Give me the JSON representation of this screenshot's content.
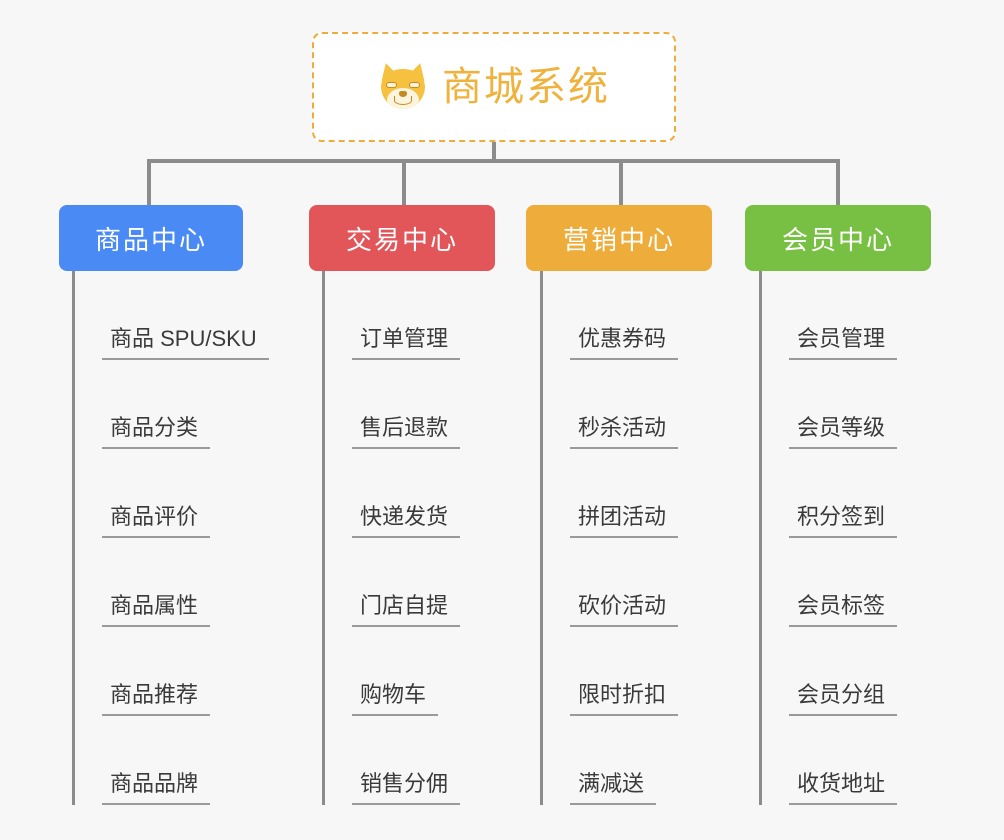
{
  "diagram": {
    "type": "org-chart-mindmap",
    "background_color": "#f7f7f7",
    "connector_color": "#8c8c8c"
  },
  "root": {
    "title": "商城系统",
    "emoji_name": "shiba-dog-face-emoji",
    "text_color": "#f0b23c",
    "border_color": "#eeac3a",
    "background_color": "#ffffff"
  },
  "branches": [
    {
      "label": "商品中心",
      "color": "#4a8af4",
      "leaves": [
        "商品 SPU/SKU",
        "商品分类",
        "商品评价",
        "商品属性",
        "商品推荐",
        "商品品牌"
      ]
    },
    {
      "label": "交易中心",
      "color": "#e2565a",
      "leaves": [
        "订单管理",
        "售后退款",
        "快递发货",
        "门店自提",
        "购物车",
        "销售分佣"
      ]
    },
    {
      "label": "营销中心",
      "color": "#eeac3a",
      "leaves": [
        "优惠券码",
        "秒杀活动",
        "拼团活动",
        "砍价活动",
        "限时折扣",
        "满减送"
      ]
    },
    {
      "label": "会员中心",
      "color": "#78c043",
      "leaves": [
        "会员管理",
        "会员等级",
        "积分签到",
        "会员标签",
        "会员分组",
        "收货地址"
      ]
    }
  ]
}
